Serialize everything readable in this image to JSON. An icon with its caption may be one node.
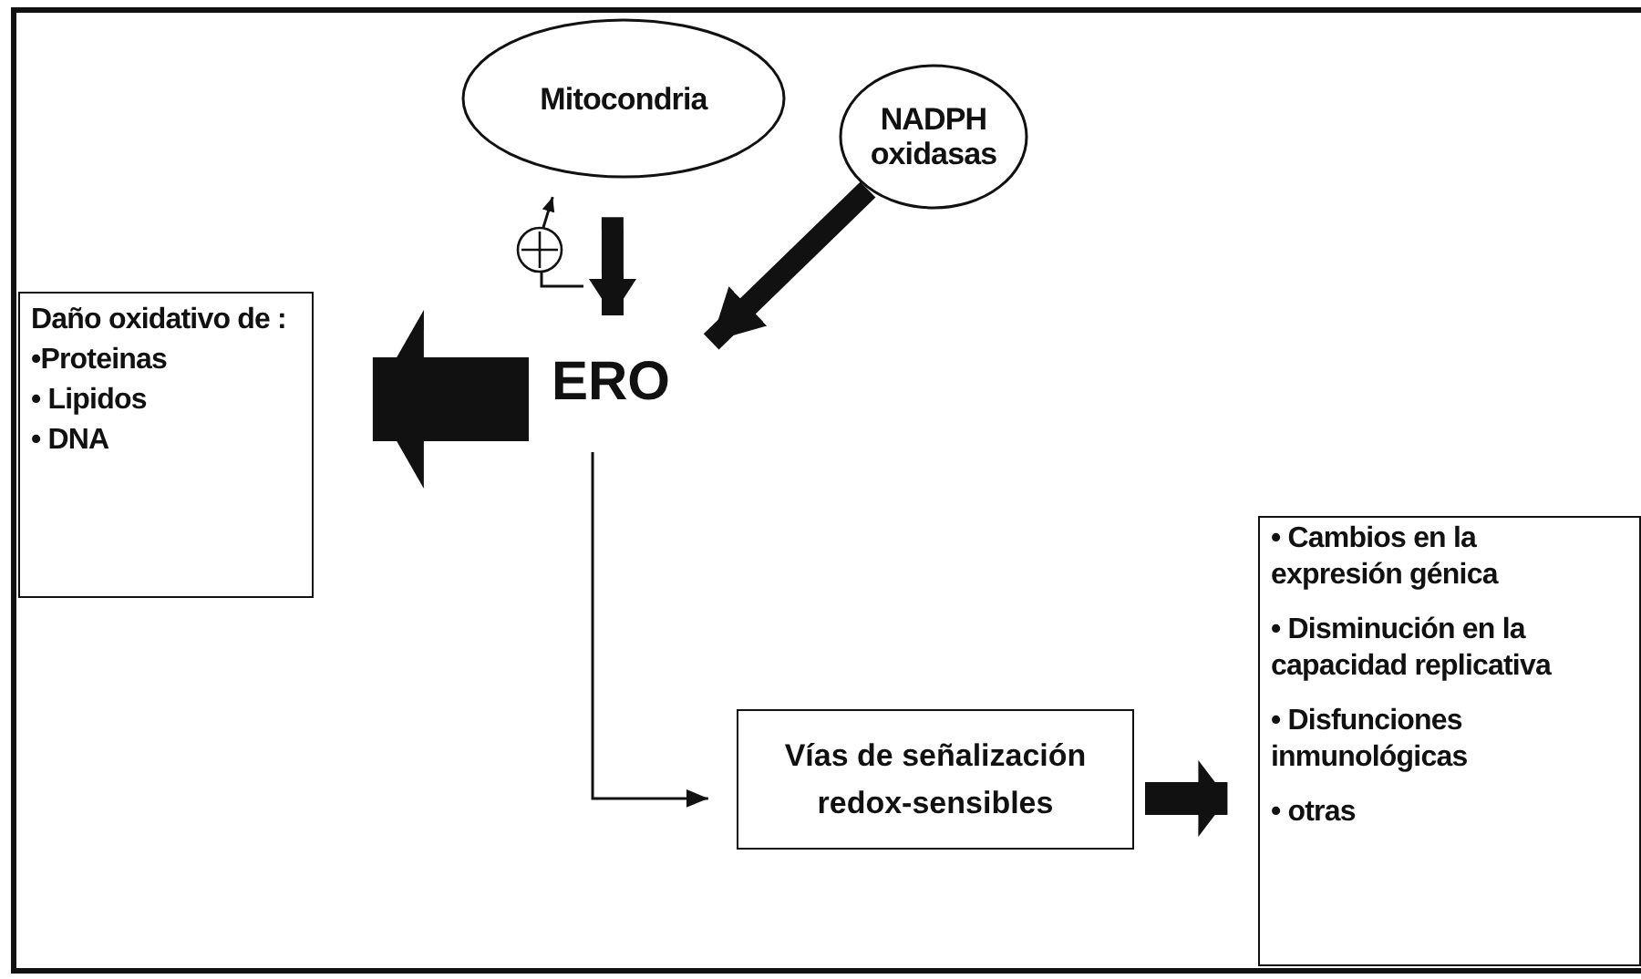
{
  "diagram": {
    "nodes": [
      {
        "text": [
          "Mitocondria"
        ]
      },
      {
        "text": [
          "NADPH oxidasas"
        ]
      },
      {
        "text": [
          "ERO"
        ]
      },
      {
        "text": [
          "Daño oxidativo de :",
          "•Proteinas",
          "• Lipidos",
          "• DNA"
        ]
      },
      {
        "text": [
          "Vías de señalización redox-sensibles"
        ]
      },
      {
        "text": [
          "• Cambios en la expresión génica",
          "• Disminución en la capacidad replicativa",
          "• Disfunciones inmunológicas",
          "• otras"
        ]
      }
    ],
    "edges": [
      {
        "from": 0,
        "to": 2,
        "arrow": "to"
      },
      {
        "from": 1,
        "to": 2,
        "arrow": "to"
      },
      {
        "from": 2,
        "to": 3,
        "arrow": "to",
        "style": "thick"
      },
      {
        "from": 2,
        "to": 4,
        "arrow": "to"
      },
      {
        "from": 4,
        "to": 5,
        "arrow": "to"
      },
      {
        "from": null,
        "to": 0,
        "arrow": "to"
      }
    ]
  }
}
